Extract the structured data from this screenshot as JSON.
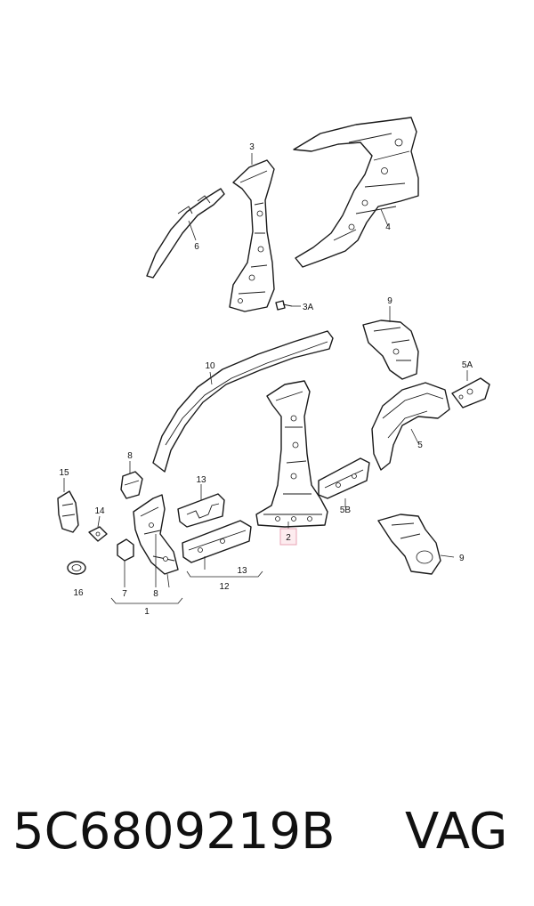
{
  "labels": {
    "l1": "1",
    "l2": "2",
    "l3": "3",
    "l3a": "3A",
    "l4": "4",
    "l5": "5",
    "l5a": "5A",
    "l5b": "5B",
    "l6": "6",
    "l7": "7",
    "l8a": "8",
    "l8b": "8",
    "l9a": "9",
    "l9b": "9",
    "l10": "10",
    "l12": "12",
    "l13a": "13",
    "l13b": "13",
    "l14": "14",
    "l15": "15",
    "l16": "16"
  },
  "highlighted_label": "2",
  "colors": {
    "highlight_fill": "#fdecef",
    "highlight_border": "#e8a3b4"
  },
  "footer": {
    "part_number": "5C6809219B",
    "brand": "VAG"
  }
}
